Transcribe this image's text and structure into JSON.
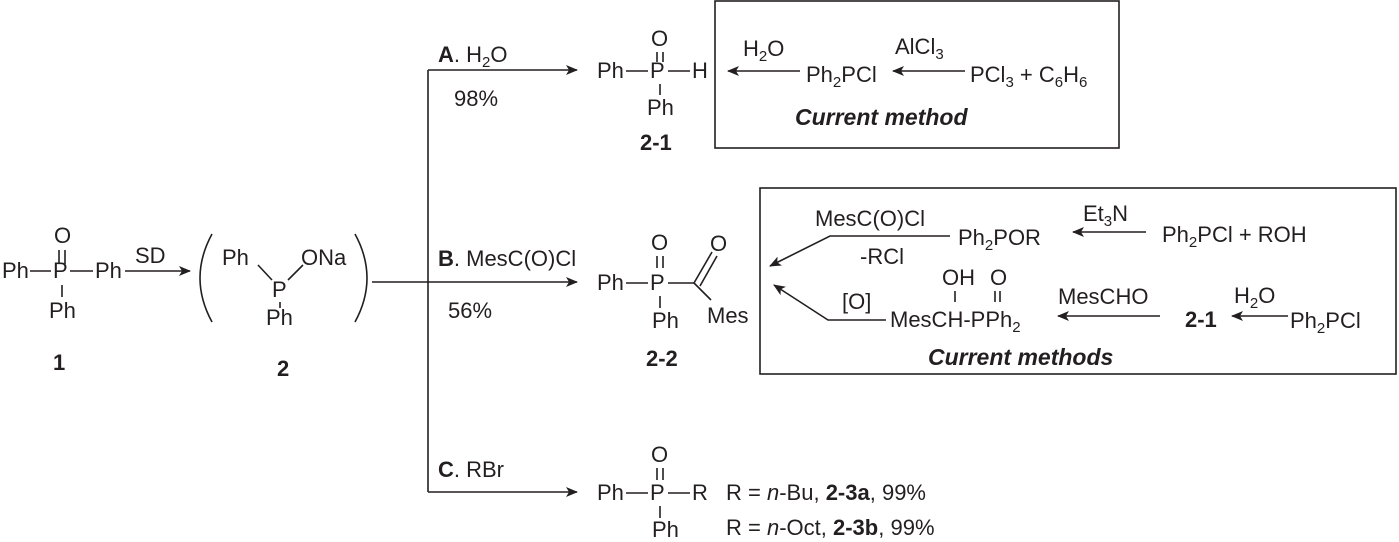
{
  "compound_1": {
    "top": "O",
    "left": "Ph",
    "P": "P",
    "right": "Ph",
    "bottom": "Ph",
    "label": "1"
  },
  "step_sd": "SD",
  "compound_2": {
    "ph1": "Ph",
    "P": "P",
    "ona": "ONa",
    "ph2": "Ph",
    "label": "2"
  },
  "route_a": {
    "letter": "A",
    "reagent": ". H",
    "reagent_sub": "2",
    "reagent_end": "O",
    "yield": "98%"
  },
  "route_b": {
    "letter": "B",
    "reagent": ". MesC(O)Cl",
    "yield": "56%"
  },
  "route_c": {
    "letter": "C",
    "reagent": ". RBr"
  },
  "product_21": {
    "O": "O",
    "ph_left": "Ph",
    "P": "P",
    "H": "H",
    "ph_bottom": "Ph",
    "label": "2-1"
  },
  "product_22": {
    "O": "O",
    "ph_left": "Ph",
    "P": "P",
    "ph_bottom": "Ph",
    "O2": "O",
    "mes": "Mes",
    "label": "2-2"
  },
  "product_23": {
    "O": "O",
    "ph_left": "Ph",
    "P": "P",
    "R": "R",
    "ph_bottom": "Ph",
    "line1": {
      "prefix": "R = ",
      "italic": "n",
      "mid": "-Bu, ",
      "bold": "2-3a",
      "suffix": ", 99%"
    },
    "line2": {
      "prefix": "R = ",
      "italic": "n",
      "mid": "-Oct, ",
      "bold": "2-3b",
      "suffix": ", 99%"
    }
  },
  "box_a": {
    "h2o": "H",
    "h2o_sub": "2",
    "h2o_end": "O",
    "alcl3": "AlCl",
    "alcl3_sub": "3",
    "ph2pcl": "Ph",
    "ph2pcl_sub": "2",
    "ph2pcl_end": "PCl",
    "pcl3": "PCl",
    "pcl3_sub": "3",
    "plus": " + C",
    "c6_sub": "6",
    "h": "H",
    "h6_sub": "6",
    "caption": "Current method"
  },
  "box_b": {
    "mescocl": "MesC(O)Cl",
    "rcl": "-RCl",
    "ph2por": "Ph",
    "ph2por_sub": "2",
    "ph2por_end": "POR",
    "et3n": "Et",
    "et3n_sub": "3",
    "et3n_end": "N",
    "ph2pcl_roh": "Ph",
    "ph2pcl_roh_sub": "2",
    "ph2pcl_roh_end": "PCl + ROH",
    "oh": "OH",
    "o": "O",
    "mesch": "MesCH-PPh",
    "mesch_sub": "2",
    "ox": "[O]",
    "mescho": "MesCHO",
    "ref": "2-1",
    "h2o": "H",
    "h2o_sub": "2",
    "h2o_end": "O",
    "ph2pcl": "Ph",
    "ph2pcl_sub": "2",
    "ph2pcl_end": "PCl",
    "caption": "Current methods"
  }
}
